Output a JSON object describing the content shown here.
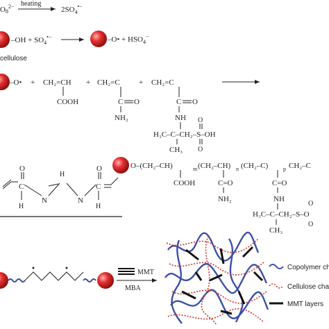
{
  "step1": {
    "left_fragment": "O",
    "left_sup": "2−",
    "arrow_label": "heating",
    "product": "2SO",
    "product_sub": "4",
    "product_sup": "•−"
  },
  "step2": {
    "left": "–OH + SO",
    "left_sub": "4",
    "left_sup": "•−",
    "right_radical": "–O•",
    "right_plus": " + HSO",
    "right_sub": "4",
    "right_sup": "−",
    "label": "cellulose"
  },
  "step3": {
    "radical": "–O•",
    "plus": "+",
    "m1_top": "CH₂=CH",
    "m1_bottom": "COOH",
    "m2_top": "CH₂=C",
    "m2_o": "O",
    "m2_bottom": "NH₂",
    "m3_top": "CH₂=C",
    "m3_o": "O",
    "m3_nh": "NH",
    "m3_chain": "H₃C–C–CH₂–S–OH",
    "m3_ch3": "CH₃",
    "m3_so_top": "O",
    "m3_so_bottom": "O"
  },
  "mba": {
    "c1": "C",
    "c2": "C",
    "h": "H",
    "n": "N",
    "o": "O"
  },
  "polymer": {
    "backbone": "O–(CH₂–CH)–(CH₂–CH)–(CH₂–C)–CH₂–C",
    "m": "m",
    "n": "n",
    "p": "p",
    "sub1": "COOH",
    "sub2": "C=O",
    "sub2b": "NH₂",
    "sub3": "C=O",
    "sub3b": "NH",
    "sub3_chain": "H₃C–C–CH₂–S–O",
    "sub3_ch3": "CH₃",
    "sub3_o": "O"
  },
  "legend": {
    "mmt_label": "MMT",
    "mba_label": "MBA",
    "items": [
      {
        "label": "Copolymer ch",
        "color": "#3b4fa8",
        "icon": "wavy-line-icon"
      },
      {
        "label": "Cellulose cha",
        "color": "#d23030",
        "icon": "dotted-wave-icon"
      },
      {
        "label": "MMT layers",
        "color": "#111111",
        "icon": "bar-icon"
      }
    ]
  },
  "colors": {
    "sphere": "#e53030",
    "copolymer": "#3b4fa8",
    "cellulose": "#d23030",
    "mmt": "#111111"
  }
}
